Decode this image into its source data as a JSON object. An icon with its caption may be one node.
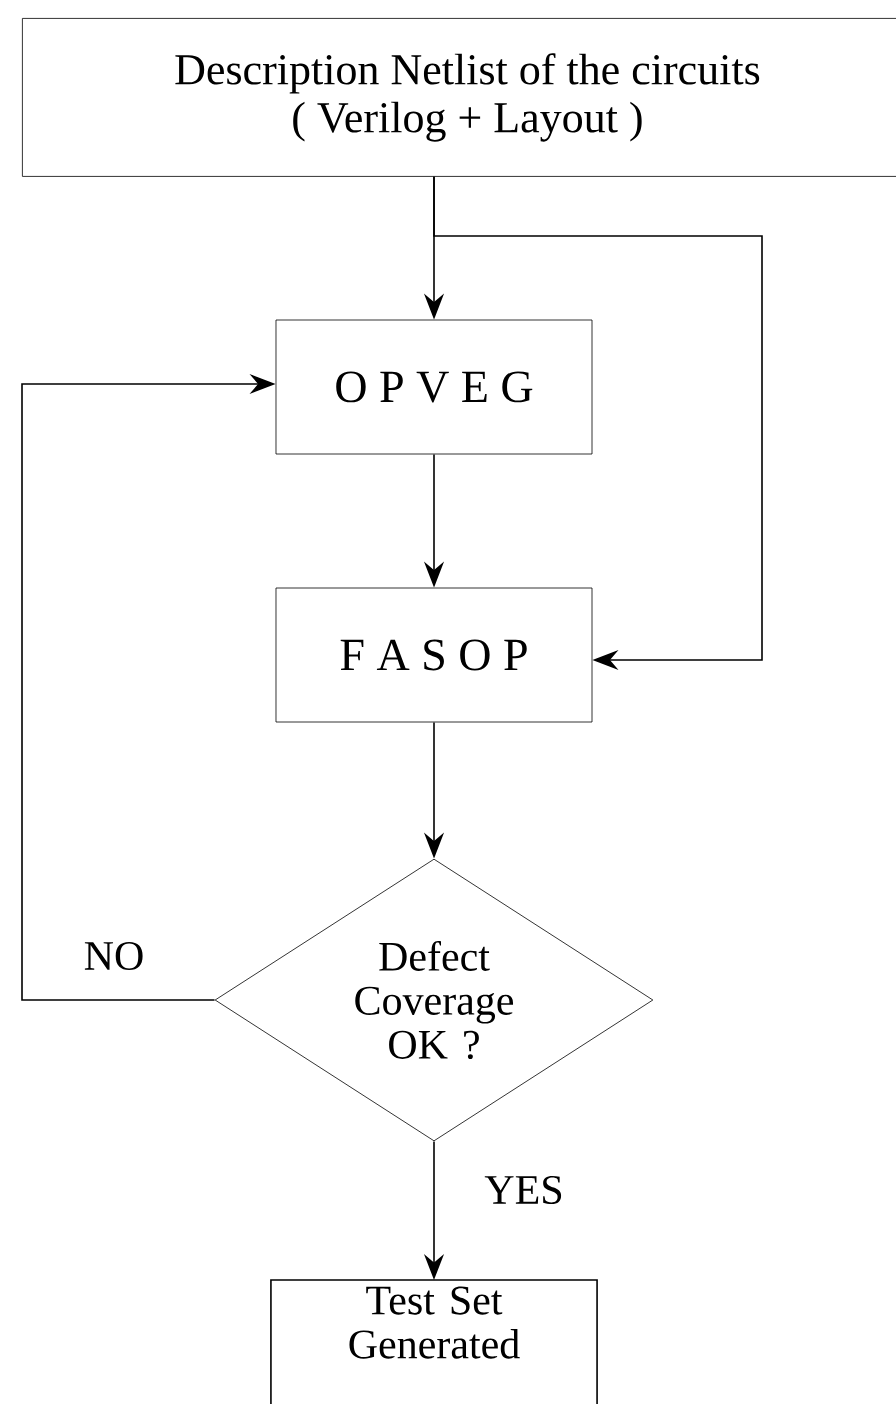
{
  "diagram": {
    "nodes": [
      {
        "text": [
          "Description Netlist of the circuits",
          "( Verilog + Layout )"
        ]
      },
      {
        "text": [
          "O P V E G"
        ]
      },
      {
        "text": [
          "F A S O P"
        ]
      },
      {
        "text": [
          "Defect Coverage OK ?"
        ]
      },
      {
        "text": [
          "Test Set Generated"
        ]
      }
    ],
    "edges": [
      {
        "from": 0,
        "to": 1,
        "arrow": "to"
      },
      {
        "from": 0,
        "to": 2,
        "arrow": "to"
      },
      {
        "from": 1,
        "to": 2,
        "arrow": "to"
      },
      {
        "from": 2,
        "to": 3,
        "arrow": "to"
      },
      {
        "from": 3,
        "to": 1,
        "arrow": "to",
        "label": "NO"
      },
      {
        "from": 3,
        "to": 4,
        "arrow": "to",
        "label": "YES"
      }
    ]
  }
}
